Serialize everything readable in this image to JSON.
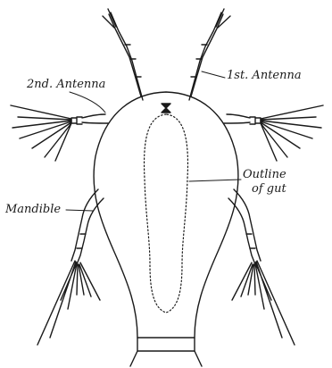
{
  "labels": {
    "second_antenna": "2nd. Antenna",
    "first_antenna": "1st. Antenna",
    "mandible": "Mandible",
    "outline_of_gut_line1": "Outline",
    "outline_of_gut_line2": "of gut"
  },
  "colors": {
    "ink": "#1a1a1a",
    "background": "#ffffff"
  }
}
